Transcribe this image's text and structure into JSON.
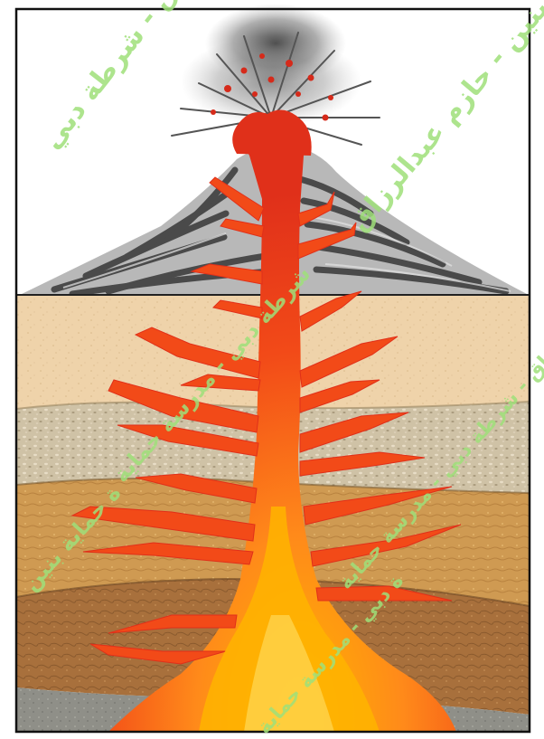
{
  "diagram": {
    "subject": "volcano-cross-section",
    "colors": {
      "sky": "#ffffff",
      "frame": "#111111",
      "cone_dark": "#4a4a4a",
      "cone_light": "#b8b8b8",
      "ash": "#6a6a6a",
      "magma_core": "#ffb400",
      "magma_mid": "#ff6a1a",
      "magma_edge": "#e0301a",
      "sand_layer": "#efd3aa",
      "gravel_layer": "#cfc2a6",
      "ochre_layer": "#cf9a52",
      "brown_layer": "#a8703c",
      "bedrock": "#8f8f88",
      "watermark": "#9fe07a"
    }
  },
  "watermarks": [
    {
      "text": "حازم عبدالرزاق - شرطة دبي"
    },
    {
      "text": "بنين - حازم عبدالرزاق"
    },
    {
      "text": "شرطة دبي - مدرسة حماية"
    },
    {
      "text": "ة حماية بنين"
    },
    {
      "text": "زاق - شرطة دبي - مدرسة حماية"
    },
    {
      "text": "ة دبي - مدرسة حماية"
    }
  ]
}
